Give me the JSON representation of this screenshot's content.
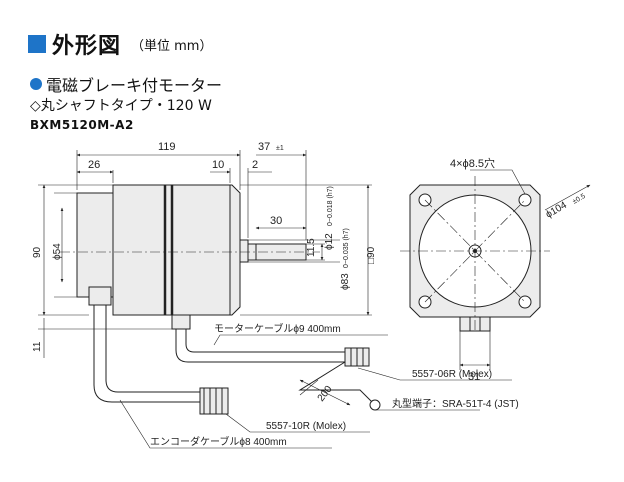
{
  "header": {
    "title": "外形図",
    "unit": "（単位 mm）",
    "section_title": "電磁ブレーキ付モーター",
    "spec_line": "◇丸シャフトタイプ・120 W",
    "model": "BXM5120M-A2"
  },
  "dims": {
    "len_119": "119",
    "len_37": "37",
    "tol_37": "±1",
    "len_26": "26",
    "len_10": "10",
    "len_2": "2",
    "len_30": "30",
    "len_11_5": "11.5",
    "dia_12": "ϕ12",
    "tol_12": "0−0.018 (h7)",
    "dia_83": "ϕ83",
    "tol_83": "0−0.035 (h7)",
    "sq_90": "□90",
    "dia_54": "ϕ54",
    "v_90": "90",
    "v_11": "11",
    "len_200": "200",
    "len_31": "31",
    "holes": "4×ϕ8.5穴",
    "pcd": "ϕ104",
    "pcd_tol": "±0.5"
  },
  "callouts": {
    "motor_cable": "モーターケーブルϕ9 400mm",
    "connector_6": "5557-06R (Molex)",
    "terminal": "丸型端子：SRA-51T-4 (JST)",
    "connector_10": "5557-10R (Molex)",
    "encoder_cable": "エンコーダケーブルϕ8 400mm"
  },
  "colors": {
    "accent": "#1e74c8",
    "body_fill": "#ececec",
    "line": "#222222"
  }
}
